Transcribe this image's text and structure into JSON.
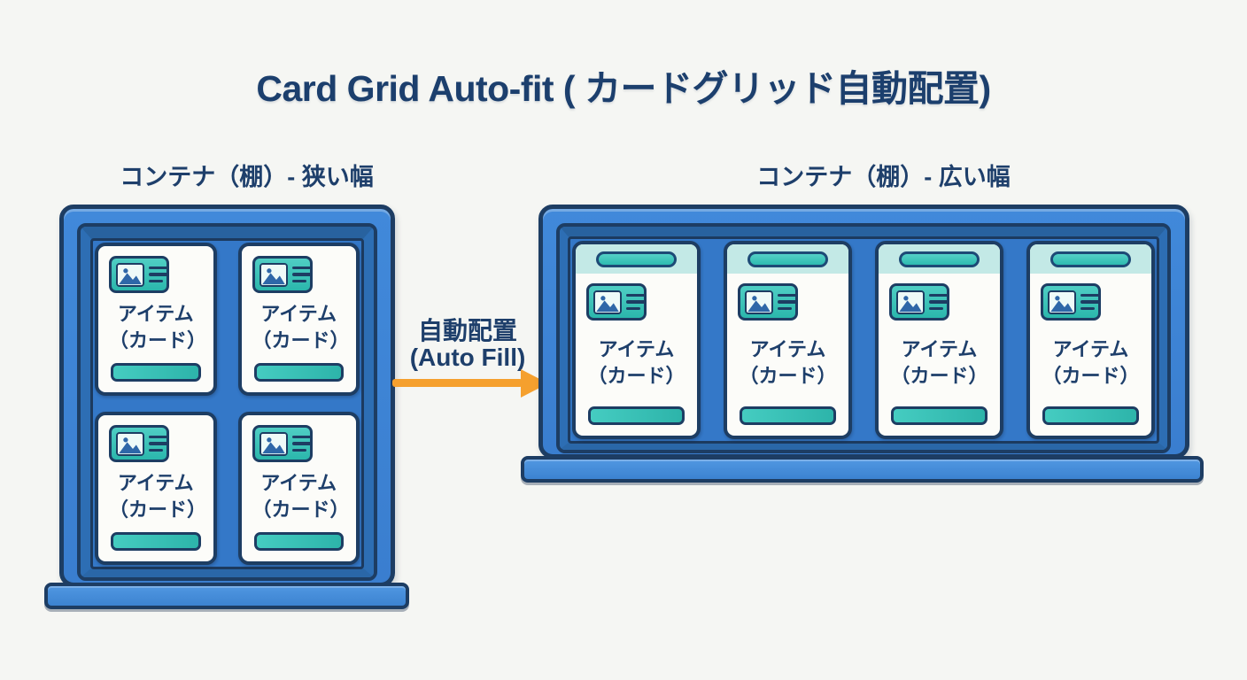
{
  "title": "Card Grid Auto-fit ( カードグリッド自動配置)",
  "left_panel": {
    "label": "コンテナ（棚）- 狭い幅",
    "cards": [
      {
        "line1": "アイテム",
        "line2": "（カード）"
      },
      {
        "line1": "アイテム",
        "line2": "（カード）"
      },
      {
        "line1": "アイテム",
        "line2": "（カード）"
      },
      {
        "line1": "アイテム",
        "line2": "（カード）"
      }
    ]
  },
  "right_panel": {
    "label": "コンテナ（棚）- 広い幅",
    "cards": [
      {
        "line1": "アイテム",
        "line2": "（カード）"
      },
      {
        "line1": "アイテム",
        "line2": "（カード）"
      },
      {
        "line1": "アイテム",
        "line2": "（カード）"
      },
      {
        "line1": "アイテム",
        "line2": "（カード）"
      }
    ]
  },
  "arrow": {
    "label_ja": "自動配置",
    "label_en": "(Auto Fill)"
  },
  "icons": {
    "card_image_icon": "picture-thumbnail-with-text-lines"
  },
  "colors": {
    "background": "#f5f6f3",
    "navy_outline": "#1d3d63",
    "text_navy": "#1e3f6b",
    "frame_blue": "#3b82d4",
    "inner_blue": "#3478c8",
    "bevel_blue": "#28629f",
    "shelf_blue": "#4289d8",
    "card_white": "#fcfcf9",
    "teal": "#2fc0b5",
    "teal_light_header": "#c3e9e6",
    "arrow_orange": "#f5a02e"
  }
}
